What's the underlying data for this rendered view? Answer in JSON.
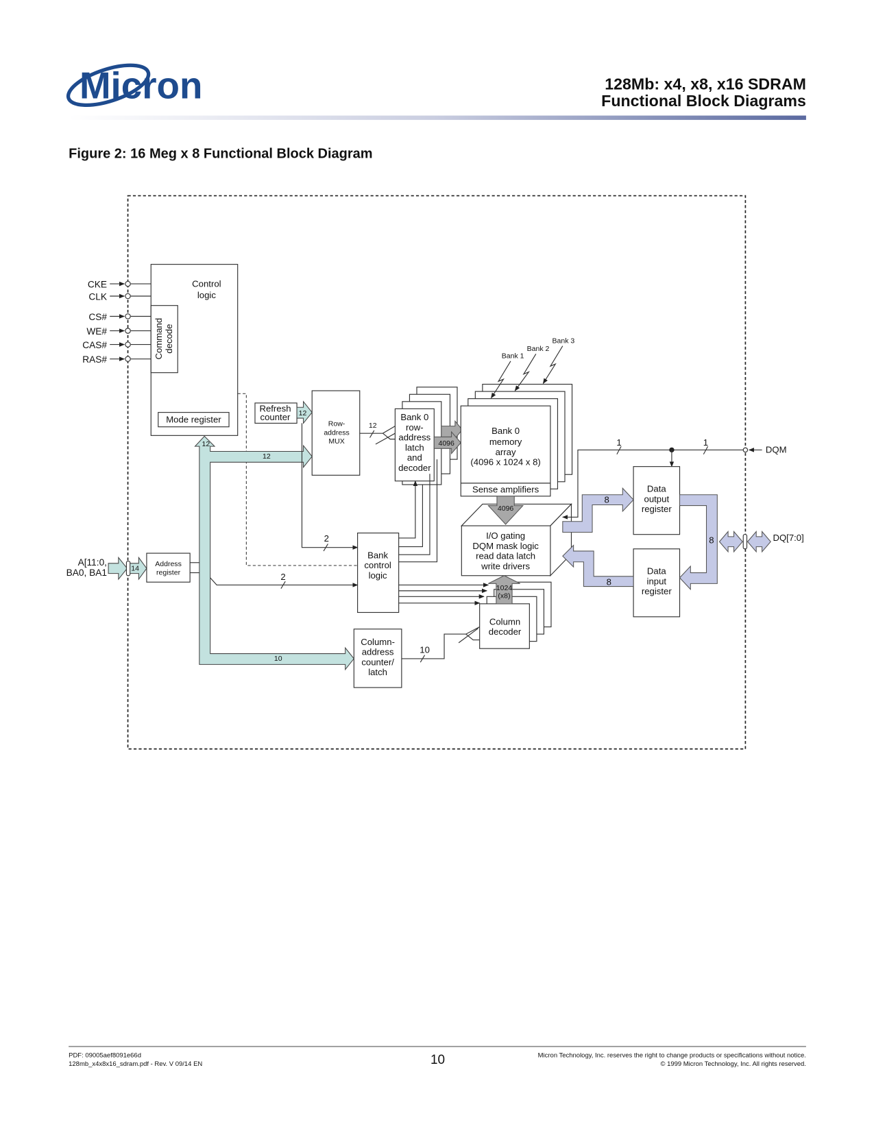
{
  "header": {
    "logo": "Micron",
    "title_line1": "128Mb: x4, x8, x16 SDRAM",
    "title_line2": "Functional Block Diagrams",
    "logo_color": "#1e4b8e"
  },
  "figure_title": "Figure 2: 16 Meg x 8 Functional Block Diagram",
  "diagram": {
    "control_signals": [
      "CKE",
      "CLK",
      "CS#",
      "WE#",
      "CAS#",
      "RAS#"
    ],
    "control_logic": [
      "Control",
      "logic"
    ],
    "command_decode": [
      "Command",
      "decode"
    ],
    "mode_register": "Mode register",
    "refresh_counter": [
      "Refresh",
      "counter"
    ],
    "row_address_mux": [
      "Row-",
      "address",
      "MUX"
    ],
    "row_latch": [
      "Bank 0",
      "row-",
      "address",
      "latch",
      "and",
      "decoder"
    ],
    "memory_array": [
      "Bank 0",
      "memory",
      "array",
      "(4096 x 1024 x 8)"
    ],
    "sense_amplifiers": "Sense amplifiers",
    "bank_labels": [
      "Bank 1",
      "Bank 2",
      "Bank 3"
    ],
    "io_gating": [
      "I/O gating",
      "DQM mask logic",
      "read data latch",
      "write drivers"
    ],
    "data_output_register": [
      "Data",
      "output",
      "register"
    ],
    "data_input_register": [
      "Data",
      "input",
      "register"
    ],
    "bank_control_logic": [
      "Bank",
      "control",
      "logic"
    ],
    "column_address_counter": [
      "Column-",
      "address",
      "counter/",
      "latch"
    ],
    "column_decoder": [
      "Column",
      "decoder"
    ],
    "address_register": [
      "Address",
      "register"
    ],
    "address_input": [
      "A[11:0,",
      "BA0, BA1"
    ],
    "dqm_label": "DQM",
    "dq_label": "DQ[7:0]",
    "bus_widths": {
      "address_in": "14",
      "refresh": "12",
      "mode": "12",
      "row_bus": "12",
      "mux_out": "12",
      "row_decode": "4096",
      "sense": "4096",
      "column_io": "1024",
      "column_io_sub": "(x8)",
      "refresh_bank": "2",
      "addr_bank": "2",
      "column_bus": "10",
      "column_out": "10",
      "dqm_a": "1",
      "dqm_b": "1",
      "data_out": "8",
      "data_in": "8",
      "dq": "8"
    },
    "colors": {
      "address_bus": "#c3e2df",
      "data_bus": "#c4c9e6",
      "internal_bus": "#a8a8a8"
    }
  },
  "footer": {
    "pdf_id": "PDF: 09005aef8091e66d",
    "file": "128mb_x4x8x16_sdram.pdf - Rev. V 09/14 EN",
    "page": "10",
    "notice": "Micron Technology, Inc. reserves the right to change products or specifications without notice.",
    "copyright": "© 1999 Micron Technology, Inc. All rights reserved."
  }
}
